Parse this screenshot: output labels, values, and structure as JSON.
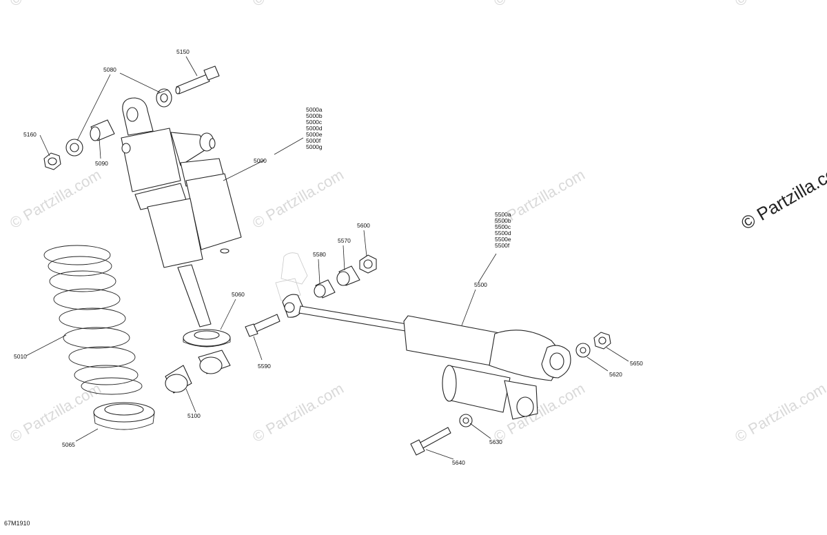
{
  "watermark_text": "© Partzilla.com",
  "figure_code": "67M1910",
  "callouts": {
    "c5150": "5150",
    "c5080": "5080",
    "c5160": "5160",
    "c5090": "5090",
    "c5000": "5000",
    "c5000_variants": [
      "5000a",
      "5000b",
      "5000c",
      "5000d",
      "5000e",
      "5000f",
      "5000g"
    ],
    "c5010": "5010",
    "c5060": "5060",
    "c5100": "5100",
    "c5065": "5065",
    "c5580": "5580",
    "c5570": "5570",
    "c5600": "5600",
    "c5590": "5590",
    "c5500": "5500",
    "c5500_variants": [
      "5500a",
      "5500b",
      "5500c",
      "5500d",
      "5500e",
      "5500f"
    ],
    "c5620": "5620",
    "c5650": "5650",
    "c5630": "5630",
    "c5640": "5640"
  },
  "colors": {
    "line": "#222222",
    "watermark": "#d9d9d9",
    "background": "#ffffff"
  }
}
